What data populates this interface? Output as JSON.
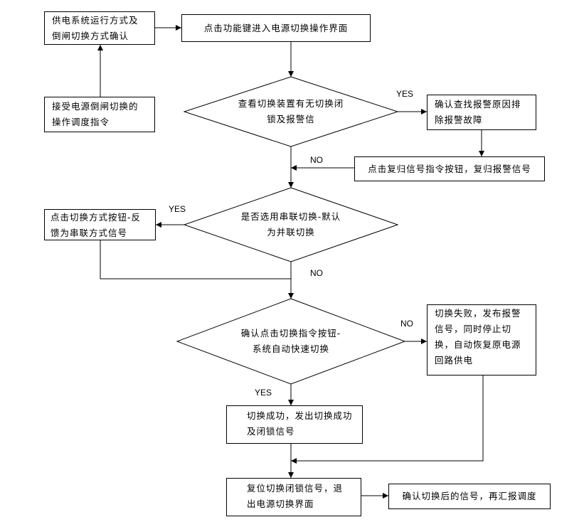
{
  "nodes": {
    "confirm_mode": "供电系统运行方式及倒闸切换方式确认",
    "enter_ui": "点击功能键进入电源切换操作界面",
    "receive_cmd": "接受电源倒闸切换的操作调度指令",
    "check_alarm": "查看切换装置有无切换闭锁及报警信",
    "find_cause": "确认查找报警原因排除报警故障",
    "reset_signal": "点击复归信号指令按钮，复归报警信号",
    "series_q": "是否选用串联切换-默认为并联切换",
    "click_mode": "点击切换方式按钮-反馈为串联方式信号",
    "confirm_switch": "确认点击切换指令按钮-系统自动快速切换",
    "fail": "切换失败，发布报警信号，同时停止切换，自动恢复原电源回路供电",
    "success": "切换成功，发出切换成功及闭锁信号",
    "reset_lock": "复位切换闭锁信号，退出电源切换界面",
    "report": "确认切换后的信号，再汇报调度"
  },
  "labels": {
    "yes_alarm": "YES",
    "no_alarm": "NO",
    "yes_series": "YES",
    "no_series": "NO",
    "no_switch": "NO",
    "yes_switch": "YES"
  }
}
